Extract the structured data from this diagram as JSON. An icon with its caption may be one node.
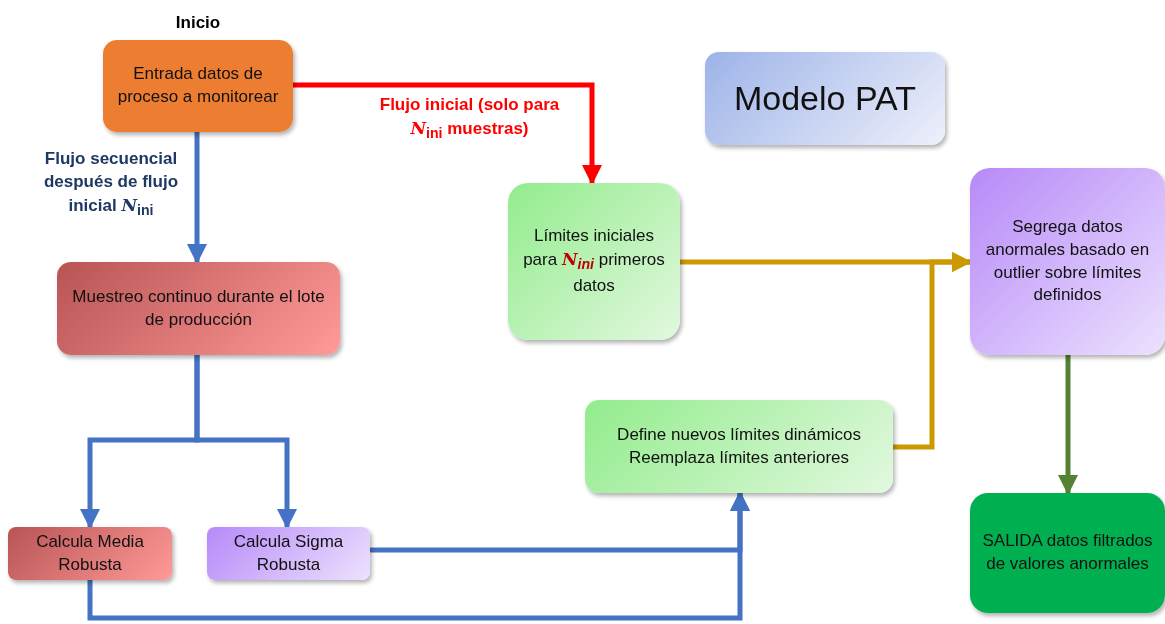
{
  "diagram": {
    "nodes": [
      {
        "text": [
          "Inicio",
          "Entrada datos de proceso a monitorear"
        ]
      },
      {
        "text": [
          "Modelo PAT"
        ]
      },
      {
        "text": [
          "Límites iniciales para *N*$_{ini}$ primeros datos"
        ]
      },
      {
        "text": [
          "Segrega datos anormales basado en outlier sobre límites definidos"
        ]
      },
      {
        "text": [
          "Muestreo continuo durante el lote de producción"
        ]
      },
      {
        "text": [
          "Define nuevos límites dinámicos Reemplaza límites anteriores"
        ]
      },
      {
        "text": [
          "Calcula Media Robusta"
        ]
      },
      {
        "text": [
          "Calcula Sigma Robusta"
        ]
      },
      {
        "text": [
          "SALIDA datos filtrados de valores anormales"
        ]
      }
    ],
    "edges": [
      {
        "from": 0,
        "to": 2,
        "arrow": "to",
        "label": "Flujo inicial (solo para *N*$_{ini}$ muestras)",
        "color": "#ff0000"
      },
      {
        "from": 0,
        "to": 4,
        "arrow": "to",
        "label": "Flujo secuencial después de flujo inicial *N*$_{ini}$"
      },
      {
        "from": 4,
        "to": 6,
        "arrow": "to"
      },
      {
        "from": 4,
        "to": 7,
        "arrow": "to"
      },
      {
        "from": 6,
        "to": 5,
        "arrow": "to"
      },
      {
        "from": 7,
        "to": 5,
        "arrow": "to"
      },
      {
        "from": 2,
        "to": 3,
        "arrow": "to",
        "color": "#cc9900"
      },
      {
        "from": 5,
        "to": 3,
        "arrow": "to",
        "color": "#cc9900"
      },
      {
        "from": 3,
        "to": 8,
        "arrow": "to",
        "color": "#548235"
      }
    ]
  }
}
